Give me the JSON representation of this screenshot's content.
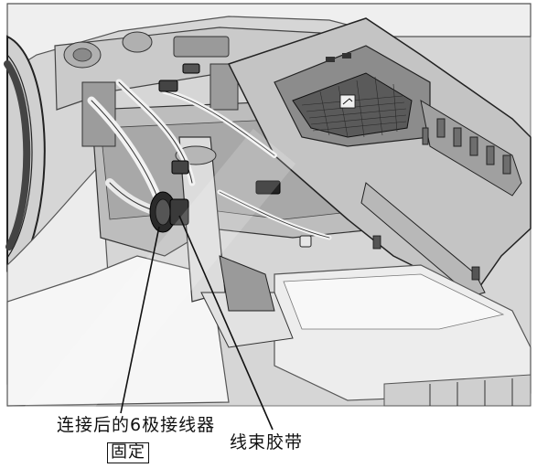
{
  "callouts": {
    "connector_label": "连接后的6极接线器",
    "fixed_label": "固定",
    "harness_tie_label": "线束胶带"
  },
  "palette": {
    "line": "#111111",
    "shade_light": "#e4e4e4",
    "shade_mid": "#bdbdbd",
    "shade_dark": "#6e6e6e",
    "paper": "#ffffff"
  }
}
